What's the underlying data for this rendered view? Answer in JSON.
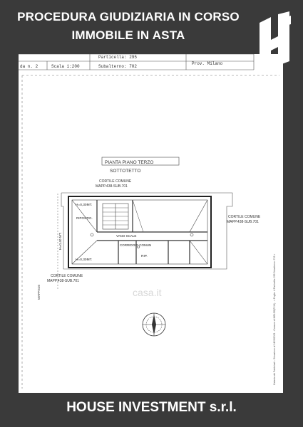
{
  "banner": {
    "line1": "PROCEDURA GIUDIZIARIA IN CORSO",
    "line2": "IMMOBILE IN ASTA",
    "footer": "HOUSE INVESTMENT s.r.l."
  },
  "header_strip": {
    "foglio": "da n. 2",
    "scala": "Scala 1:200",
    "particella": "Particella: 295",
    "subalterno": "Subalterno: 702",
    "provincia": "Prov. Milano"
  },
  "plan": {
    "title": "PIANTA PIANO TERZO",
    "subtitle": "SOTTOTETTO",
    "cortile_top": "CORTILE COMUNE",
    "cortile_top_ref": "MAPP.438-SUB.701",
    "cortile_right": "CORTILE COMUNE",
    "cortile_right_ref": "MAPP.438-SUB.701",
    "cortile_bottom": "CORTILE COMUNE",
    "cortile_bottom_ref": "MAPP.438-SUB.701",
    "h_top_left": "H=0,30MT.",
    "h_left": "H=0,40 MT.",
    "h_bottom_left": "H=0,30MT.",
    "room_left": "RIPOSTIG.",
    "vano_scale": "VANO SCALE",
    "corridoio": "CORRIDOIO COMUN",
    "rip": "RIP.",
    "mapp_side": "MAPP.516",
    "watermark": "casa.it",
    "footer_note": "Catasto dei Fabbricati - Situazione al 04/09/2023 - Comune di MELZO(F119) - < Foglio: 4 Particella: 295 Subalterno: 702 >"
  },
  "colors": {
    "background": "#3a3a3a",
    "sheet": "#ffffff",
    "text": "#ffffff",
    "line": "#333333"
  }
}
